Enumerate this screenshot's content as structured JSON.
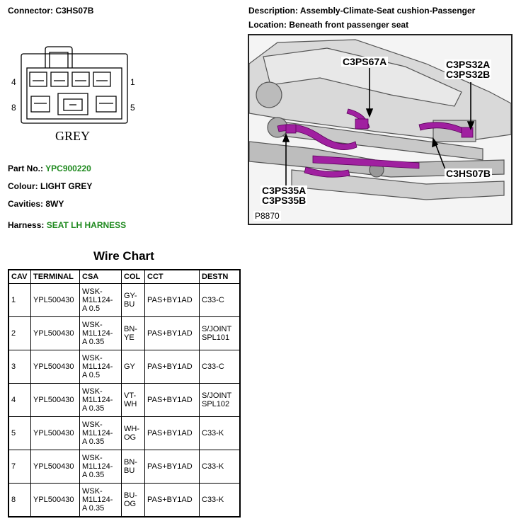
{
  "connector": {
    "label": "Connector:",
    "value": "C3HS07B"
  },
  "description": {
    "label": "Description:",
    "value": "Assembly-Climate-Seat cushion-Passenger"
  },
  "location": {
    "label": "Location:",
    "value": "Beneath front passenger seat"
  },
  "diagram": {
    "pin_top_left": "4",
    "pin_top_right": "1",
    "pin_bottom_left": "8",
    "pin_bottom_right": "5",
    "color_text": "GREY"
  },
  "part_no": {
    "label": "Part No.:",
    "value": "YPC900220"
  },
  "colour": {
    "label": "Colour:",
    "value": "LIGHT GREY"
  },
  "cavities": {
    "label": "Cavities:",
    "value": "8WY"
  },
  "harness": {
    "label": "Harness:",
    "value": "SEAT LH HARNESS"
  },
  "photo": {
    "id": "P8870",
    "callouts": {
      "c3ps67a": "C3PS67A",
      "c3ps32": [
        "C3PS32A",
        "C3PS32B"
      ],
      "c3hs07b": "C3HS07B",
      "c3ps35": [
        "C3PS35A",
        "C3PS35B"
      ]
    }
  },
  "wire_chart": {
    "title": "Wire Chart",
    "headers": [
      "CAV",
      "TERMINAL",
      "CSA",
      "COL",
      "CCT",
      "DESTN"
    ],
    "rows": [
      {
        "cav": "1",
        "terminal": "YPL500430",
        "csa": [
          "WSK-",
          "M1L124-",
          "A 0.5"
        ],
        "col": [
          "GY-",
          "BU"
        ],
        "cct": "PAS+BY1AD",
        "destn": [
          "C33-C"
        ]
      },
      {
        "cav": "2",
        "terminal": "YPL500430",
        "csa": [
          "WSK-",
          "M1L124-",
          "A 0.35"
        ],
        "col": [
          "BN-",
          "YE"
        ],
        "cct": "PAS+BY1AD",
        "destn": [
          "S/JOINT",
          "SPL101"
        ]
      },
      {
        "cav": "3",
        "terminal": "YPL500430",
        "csa": [
          "WSK-",
          "M1L124-",
          "A 0.5"
        ],
        "col": [
          "GY"
        ],
        "cct": "PAS+BY1AD",
        "destn": [
          "C33-C"
        ]
      },
      {
        "cav": "4",
        "terminal": "YPL500430",
        "csa": [
          "WSK-",
          "M1L124-",
          "A 0.35"
        ],
        "col": [
          "VT-",
          "WH"
        ],
        "cct": "PAS+BY1AD",
        "destn": [
          "S/JOINT",
          "SPL102"
        ]
      },
      {
        "cav": "5",
        "terminal": "YPL500430",
        "csa": [
          "WSK-",
          "M1L124-",
          "A 0.35"
        ],
        "col": [
          "WH-",
          "OG"
        ],
        "cct": "PAS+BY1AD",
        "destn": [
          "C33-K"
        ]
      },
      {
        "cav": "7",
        "terminal": "YPL500430",
        "csa": [
          "WSK-",
          "M1L124-",
          "A 0.35"
        ],
        "col": [
          "BN-",
          "BU"
        ],
        "cct": "PAS+BY1AD",
        "destn": [
          "C33-K"
        ]
      },
      {
        "cav": "8",
        "terminal": "YPL500430",
        "csa": [
          "WSK-",
          "M1L124-",
          "A 0.35"
        ],
        "col": [
          "BU-",
          "OG"
        ],
        "cct": "PAS+BY1AD",
        "destn": [
          "C33-K"
        ]
      }
    ]
  },
  "colors": {
    "link_green": "#1f8a1f",
    "harness_purple": "#a020a0"
  }
}
